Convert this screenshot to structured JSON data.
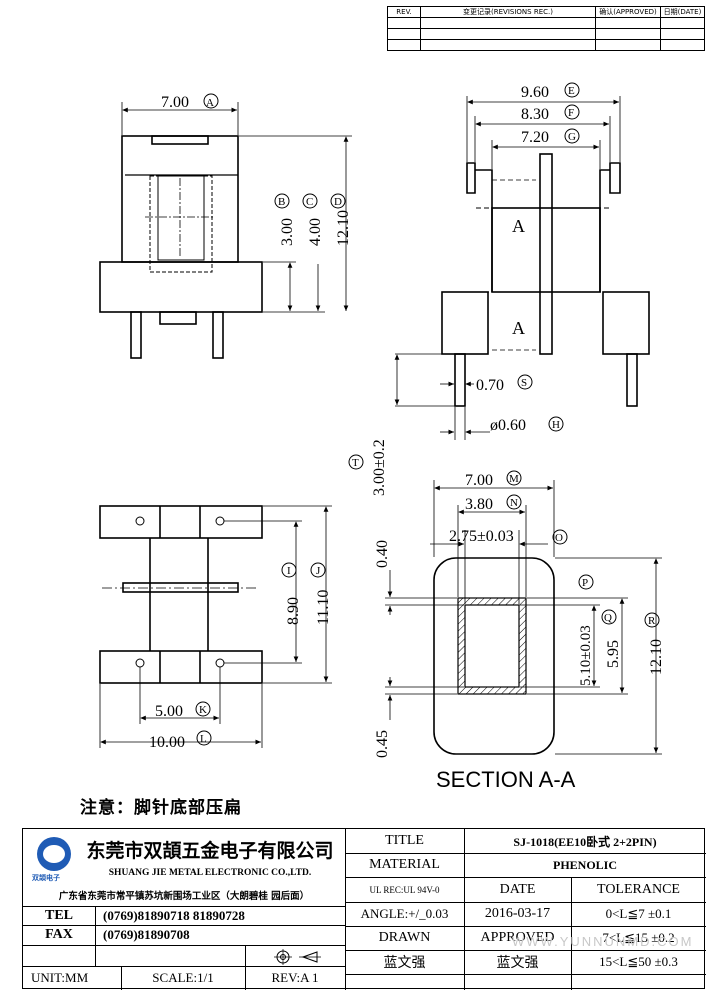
{
  "revision_table": {
    "headers": [
      "REV.",
      "变更记录(REVISIONS REC.)",
      "确认(APPROVED)",
      "日期(DATE)"
    ],
    "rows": 3
  },
  "dimensions": {
    "A": "7.00",
    "B": "3.00",
    "C": "4.00",
    "D": "12.10",
    "E": "9.60",
    "F": "8.30",
    "G": "7.20",
    "H": "0.60",
    "S": "0.70",
    "T": "3.00±0.2",
    "I": "8.90",
    "J": "11.10",
    "K": "5.00",
    "L": "10.00",
    "M": "7.00",
    "N": "3.80",
    "O": "2.75±0.03",
    "P": "0.40",
    "Q": "5.95",
    "Q_inner": "5.10±0.03",
    "R": "12.10",
    "bottom": "0.45"
  },
  "dimension_symbol_H": "ø",
  "section_marks": {
    "upper": "A",
    "lower": "A"
  },
  "section_title": "SECTION A-A",
  "note": "注意：脚针底部压扁",
  "title_block": {
    "company_cn": "东莞市双頡五金电子有限公司",
    "company_en": "SHUANG JIE METAL ELECTRONIC CO.,LTD.",
    "logo_text": "双頡电子",
    "address": "广东省东莞市常平镇苏坑新围场工业区（大朗碧桂 园后面）",
    "tel_label": "TEL",
    "tel_value": "(0769)81890718  81890728",
    "fax_label": "FAX",
    "fax_value": "(0769)81890708",
    "unit": "UNIT:MM",
    "scale": "SCALE:1/1",
    "rev": "REV:A  1",
    "title_label": "TITLE",
    "title_value": "SJ-1018(EE10卧式  2+2PIN)",
    "material_label": "MATERIAL",
    "material_value": "PHENOLIC",
    "ul_rec": "UL REC:UL 94V-0",
    "date_label": "DATE",
    "tolerance_label": "TOLERANCE",
    "angle": "ANGLE:+/_0.03",
    "date_value": "2016-03-17",
    "tol1": "0<L≦7   ±0.1",
    "drawn_label": "DRAWN",
    "approved_label": "APPROVED",
    "tol2": "7<L≦15  ±0.2",
    "drawn_by": "蓝文强",
    "approved_by": "蓝文强",
    "tol3": "15<L≦50  ±0.3"
  },
  "watermark": "WWW.YUNNUNMD.COM"
}
